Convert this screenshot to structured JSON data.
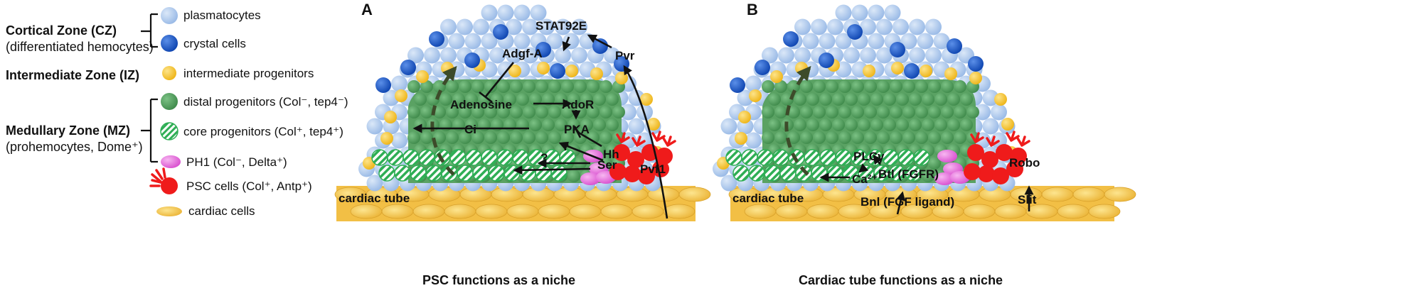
{
  "legend": {
    "cz_title": "Cortical Zone (CZ)",
    "cz_sub": "(differentiated hemocytes)",
    "iz_title": "Intermediate Zone (IZ)",
    "mz_title": "Medullary Zone (MZ)",
    "mz_sub": "(prohemocytes, Dome⁺)",
    "plasmatocytes": "plasmatocytes",
    "crystal": "crystal cells",
    "intermediate": "intermediate progenitors",
    "distal": "distal progenitors (Col⁻, tep4⁻)",
    "core": "core progenitors (Col⁺, tep4⁺)",
    "ph1": "PH1 (Col⁻, Delta⁺)",
    "psc": "PSC cells (Col⁺, Antp⁺)",
    "cardiac": "cardiac cells"
  },
  "panelA": {
    "letter": "A",
    "caption": "PSC functions as a niche",
    "stat": "STAT92E",
    "adgf": "Adgf-A",
    "pvr": "Pvr",
    "adenosine": "Adenosine",
    "ador": "AdoR",
    "pka": "PKA",
    "ci": "Ci",
    "hh": "Hh",
    "ser": "Ser",
    "pvf1": "Pvf1",
    "q1": "?",
    "q2": "?",
    "tube": "cardiac tube"
  },
  "panelB": {
    "letter": "B",
    "caption": "Cardiac tube functions as a niche",
    "plcg": "PLCγ",
    "ca": "Ca²⁺",
    "btl": "Btl (FGFR)",
    "robo": "Robo",
    "bnl": "Bnl (FGF ligand)",
    "slit": "Slit",
    "tube": "cardiac tube"
  },
  "colors": {
    "plasmatocyte": "#a9c6ec",
    "crystal": "#1f5fd0",
    "intermediate": "#f3c12b",
    "distal": "#5aa263",
    "core_stripe": "#2fae55",
    "ph1": "#e36fd9",
    "psc": "#ef1b1b",
    "cardiac": "#f3c24a"
  }
}
